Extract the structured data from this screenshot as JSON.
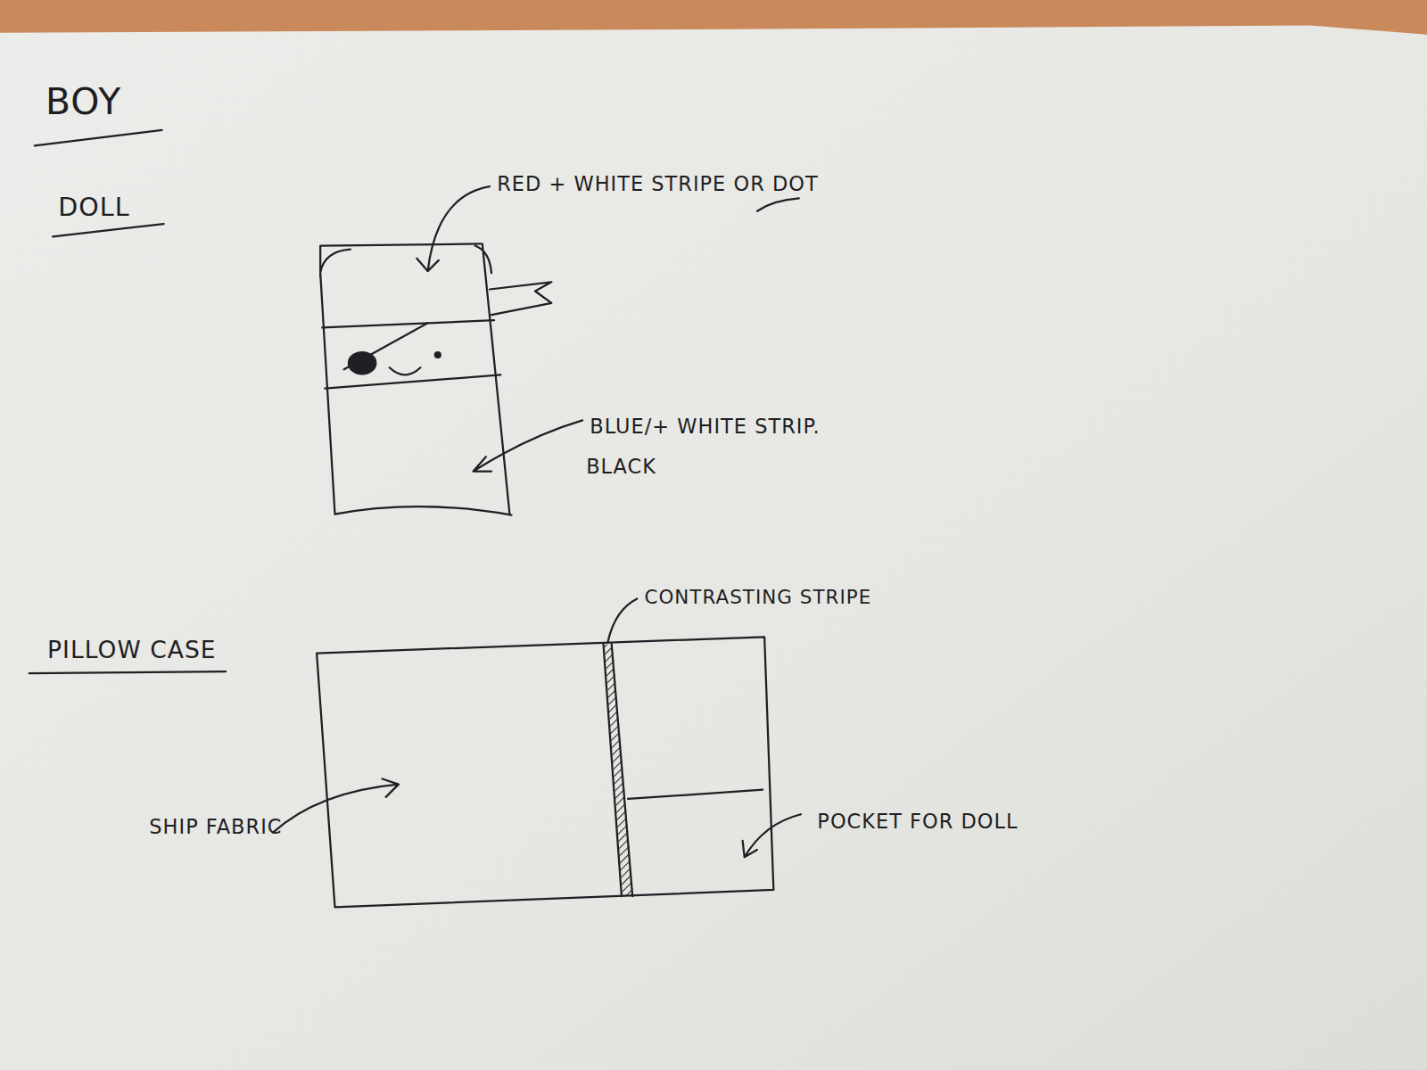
{
  "diagram": {
    "title": "BOY",
    "labels": [
      "DOLL",
      "RED + WHITE STRIPE OR DOT",
      "BLUE/+ WHITE STRIP.",
      "BLACK",
      "CONTRASTING STRIPE",
      "PILLOW CASE",
      "SHIP FABRIC",
      "POCKET FOR DOLL"
    ]
  }
}
